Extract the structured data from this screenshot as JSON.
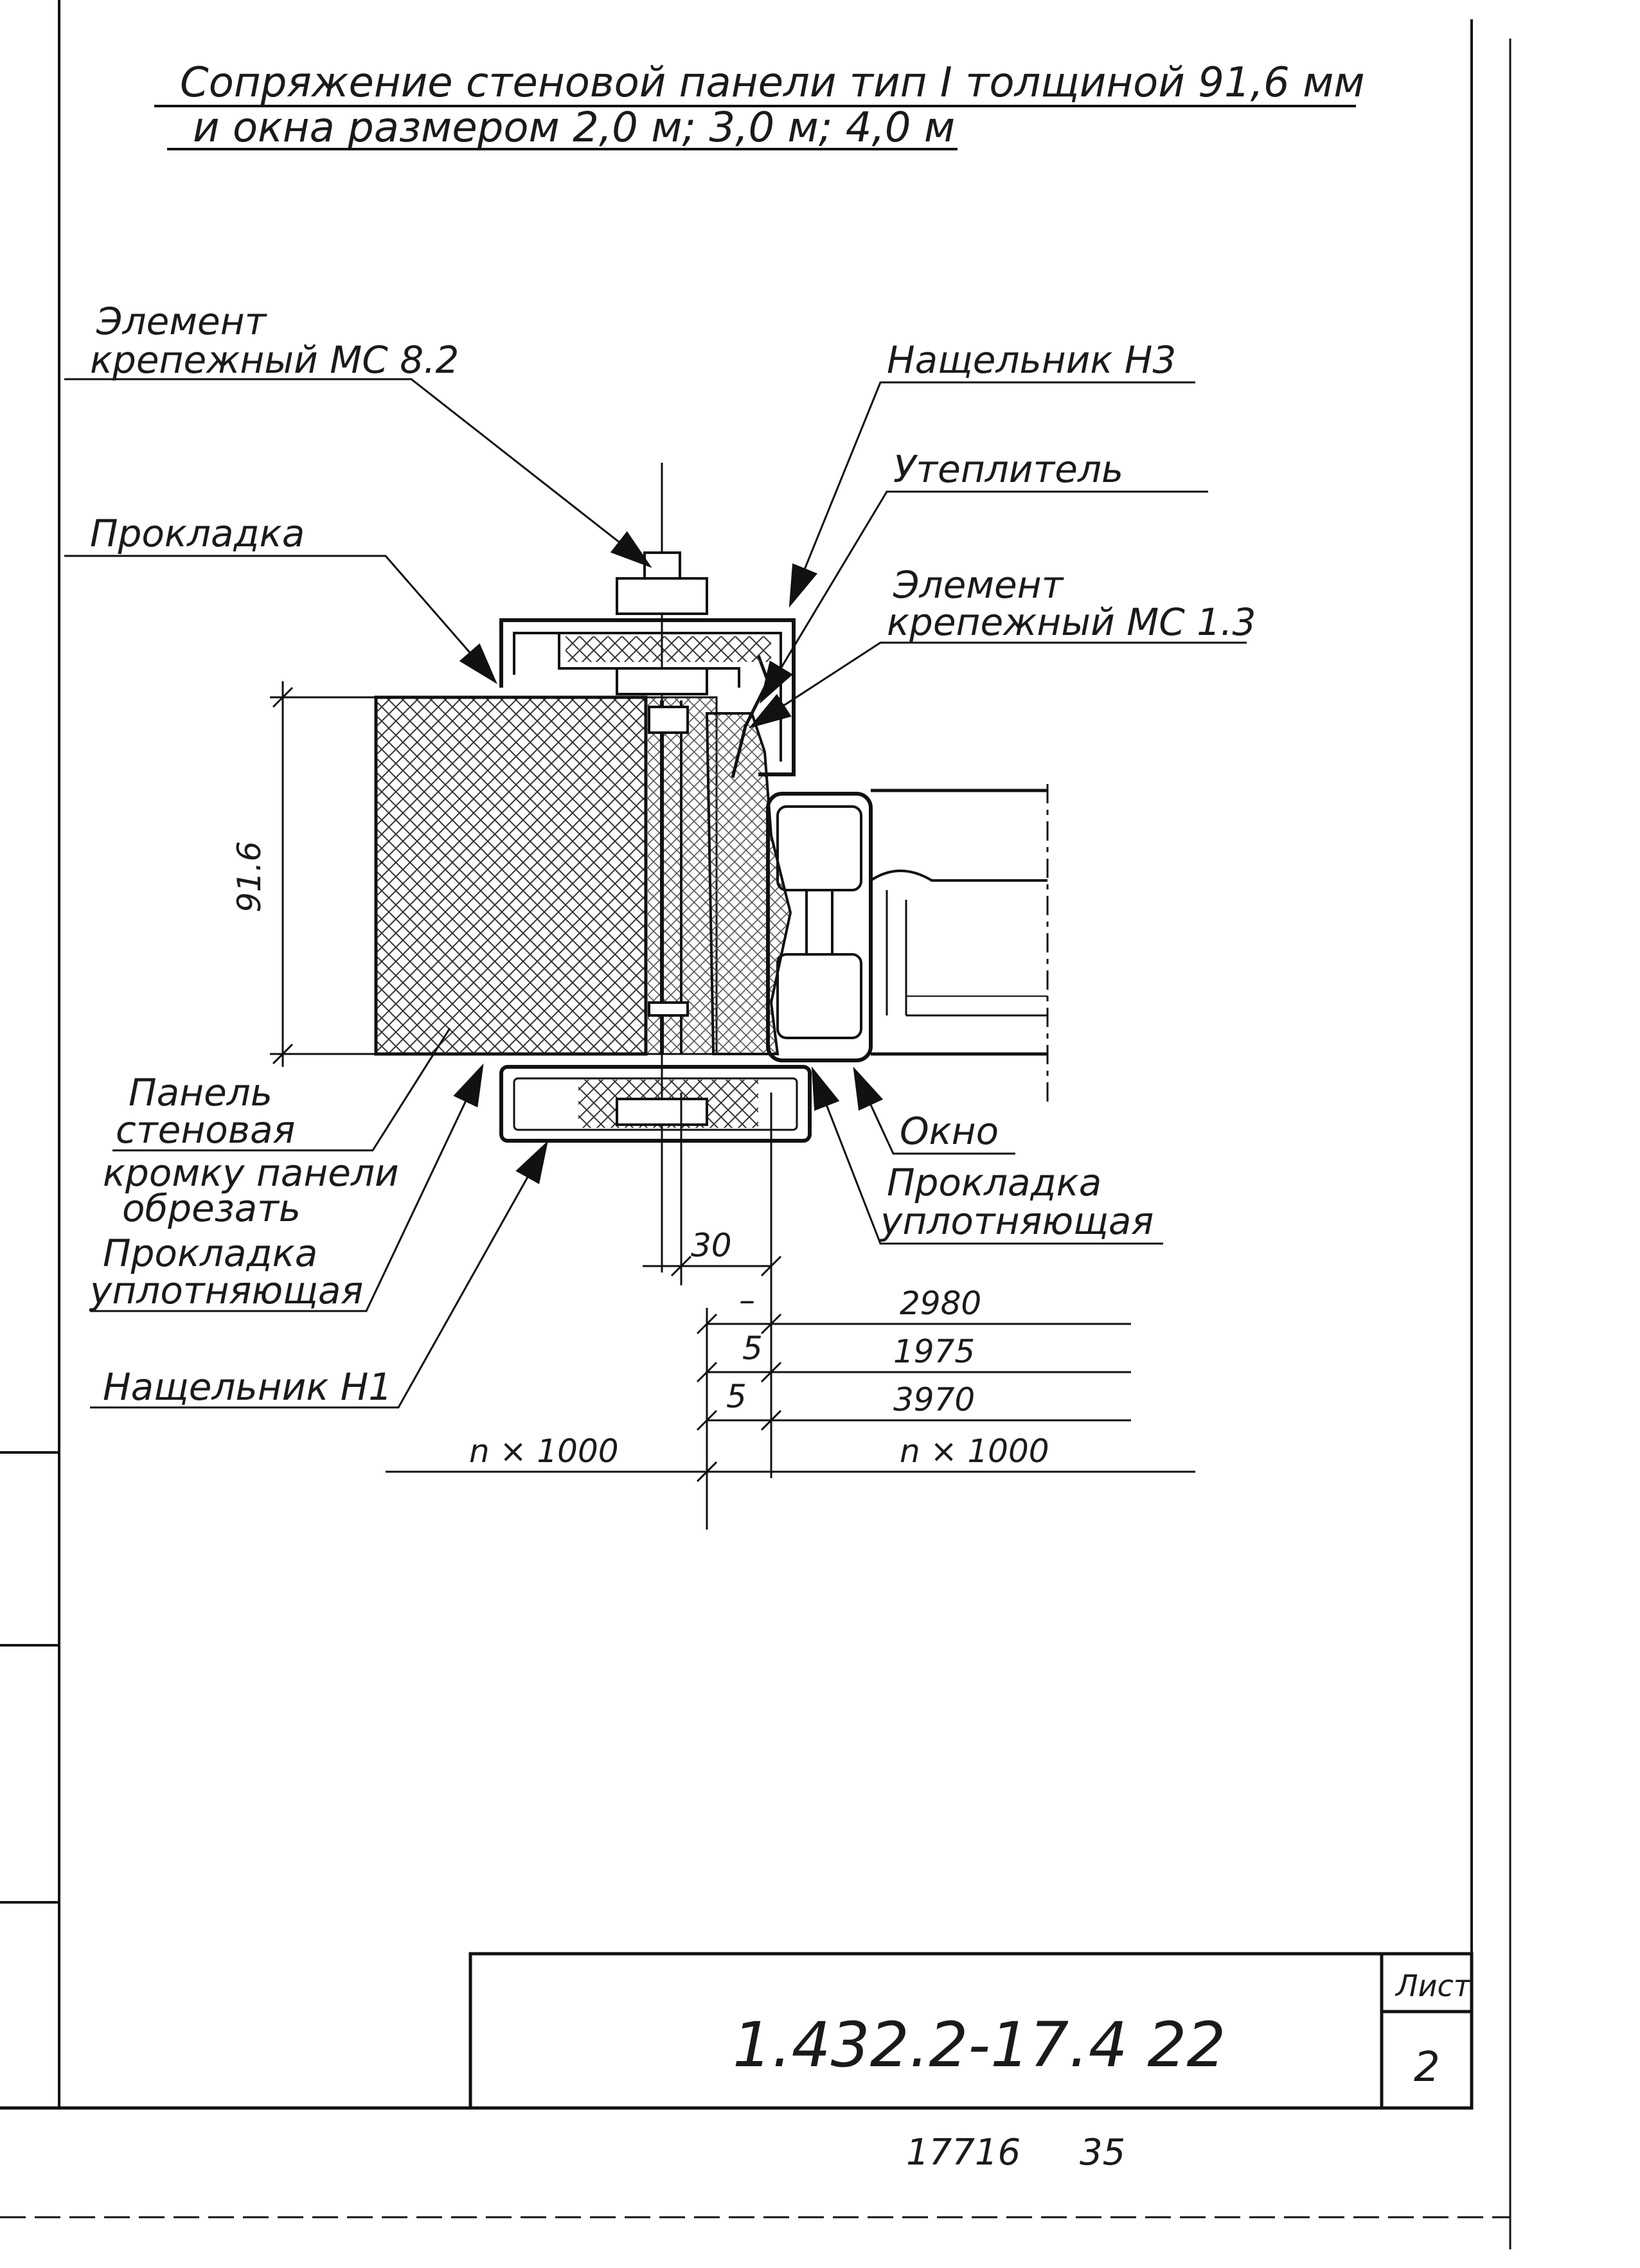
{
  "title": {
    "line1": "Сопряжение стеновой панели тип I толщиной 91,6 мм",
    "line2": "и окна размером 2,0 м; 3,0 м; 4,0 м"
  },
  "labels": {
    "fastener_mc82_line1": "Элемент",
    "fastener_mc82_line2": "крепежный МС 8.2",
    "cover_h3": "Нащельник Н3",
    "insulation": "Утеплитель",
    "gasket": "Прокладка",
    "fastener_mc13_line1": "Элемент",
    "fastener_mc13_line2": "крепежный МС 1.3",
    "panel_line1": "Панель",
    "panel_line2": "стеновая",
    "panel_line3": "кромку панели",
    "panel_line4": "обрезать",
    "seal_left_line1": "Прокладка",
    "seal_left_line2": "уплотняющая",
    "window": "Окно",
    "seal_right_line1": "Прокладка",
    "seal_right_line2": "уплотняющая",
    "cover_h1": "Нащельник Н1"
  },
  "dimensions": {
    "panel_thickness": "91.6",
    "offset_30": "30",
    "dash": "–",
    "five_a": "5",
    "five_b": "5",
    "len_2980": "2980",
    "len_1975": "1975",
    "len_3970": "3970",
    "n_left": "n × 1000",
    "n_right": "n × 1000"
  },
  "stamp": {
    "document_code": "1.432.2-17.4 22",
    "sheet_label": "Лист",
    "sheet_number": "2"
  },
  "footer": {
    "inventory": "17716",
    "page": "35"
  }
}
